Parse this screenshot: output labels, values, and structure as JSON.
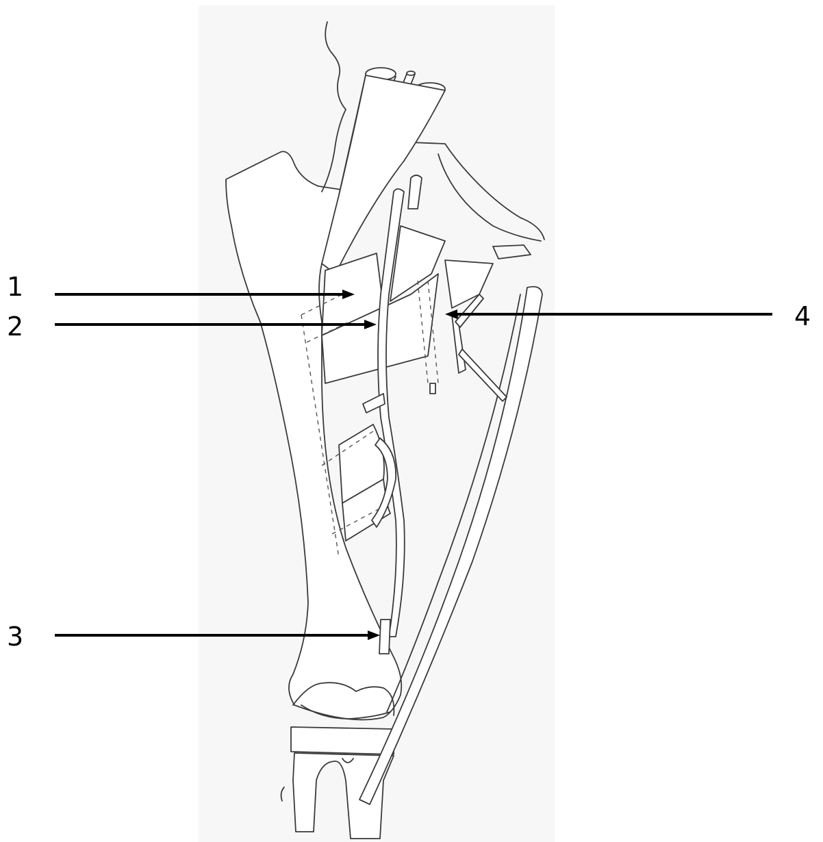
{
  "labels": [
    {
      "id": "1",
      "text": "1"
    },
    {
      "id": "2",
      "text": "2"
    },
    {
      "id": "3",
      "text": "3"
    },
    {
      "id": "4",
      "text": "4"
    }
  ],
  "colors": {
    "line": "#3a3a3a",
    "arrow": "#000000",
    "background": "#ffffff"
  }
}
